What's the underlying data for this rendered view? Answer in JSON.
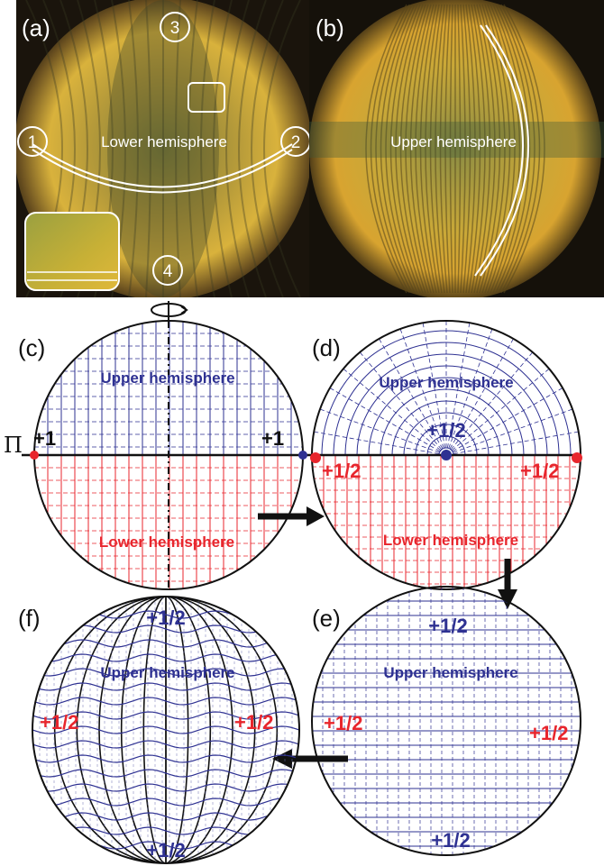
{
  "panels": {
    "a": {
      "label": "(a)",
      "text": "Lower hemisphere",
      "markers": [
        "1",
        "2",
        "3",
        "4"
      ]
    },
    "b": {
      "label": "(b)",
      "text": "Upper hemisphere"
    },
    "c": {
      "label": "(c)",
      "upper": "Upper hemisphere",
      "lower": "Lower hemisphere",
      "charge_left": "+1",
      "charge_right": "+1",
      "plane": "Π"
    },
    "d": {
      "label": "(d)",
      "upper": "Upper hemisphere",
      "lower": "Lower hemisphere",
      "charge_center": "+1/2",
      "charge_left": "+1/2",
      "charge_right": "+1/2"
    },
    "e": {
      "label": "(e)",
      "upper": "Upper hemisphere",
      "charge_top": "+1/2",
      "charge_left": "+1/2",
      "charge_right": "+1/2",
      "charge_bottom": "+1/2"
    },
    "f": {
      "label": "(f)",
      "upper": "Upper hemisphere",
      "charge_top": "+1/2",
      "charge_left": "+1/2",
      "charge_right": "+1/2",
      "charge_bottom": "+1/2"
    }
  },
  "colors": {
    "blue": "#2e3192",
    "red": "#e8262d",
    "black": "#111111"
  }
}
